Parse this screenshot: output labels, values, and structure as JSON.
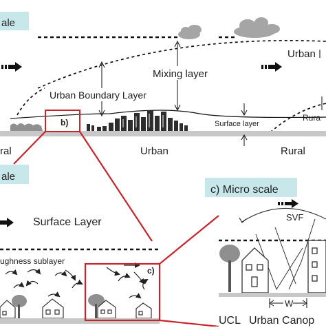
{
  "panels": {
    "meso": {
      "tag": "ale"
    },
    "local": {
      "tag": "ale"
    },
    "micro": {
      "tag": "c) Micro scale"
    }
  },
  "labels": {
    "urban_plume": "Urban",
    "mixing_layer": "Mixing layer",
    "ubl": "Urban Boundary Layer",
    "callout_b": "b)",
    "surface_layer_small": "Surface layer",
    "rural_right_top": "Rura",
    "rural_left": "ral",
    "urban_mid": "Urban",
    "rural_right": "Rural",
    "surface_layer_big": "Surface Layer",
    "roughness_sublayer": "ughness sublayer",
    "callout_c": "c)",
    "svf": "SVF",
    "width_w": "W",
    "ucl": "UCL",
    "urban_canopy": "Urban Canop"
  },
  "colors": {
    "panel_tag_bg": "#c7e7ea",
    "callout_red": "#c8242b",
    "ground": "#c8c8c8",
    "building": "#2d2d2d",
    "cloud": "#a5a5a5",
    "tree": "#8f8f8f"
  }
}
